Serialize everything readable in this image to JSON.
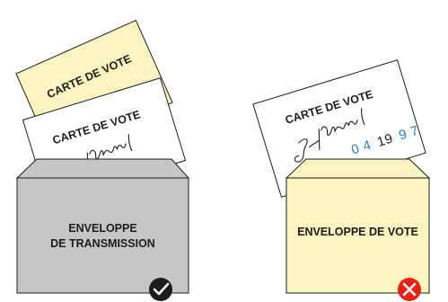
{
  "left_panel": {
    "back_card": {
      "title": "CARTE DE VOTE"
    },
    "front_card": {
      "title": "CARTE DE VOTE"
    },
    "envelope": {
      "line1": "ENVELOPPE",
      "line2": "DE TRANSMISSION"
    },
    "status_icon": "checkmark-icon",
    "status": "correct"
  },
  "right_panel": {
    "card": {
      "title": "CARTE DE VOTE",
      "digits_blue": "0 4",
      "digits_black": "19",
      "digits_tail": "9 7"
    },
    "envelope": {
      "line1": "ENVELOPPE DE VOTE"
    },
    "status_icon": "cross-icon",
    "status": "incorrect"
  },
  "colors": {
    "card_yellow": "#fbf3c1",
    "card_white": "#ffffff",
    "transmission_envelope": "#c6c6c6",
    "vote_envelope": "#fbf3c1",
    "outline": "#1d1d1b",
    "digit_blue": "#2a7fc1",
    "check_badge": "#1d1d1b",
    "cross_badge": "#e2231a"
  }
}
